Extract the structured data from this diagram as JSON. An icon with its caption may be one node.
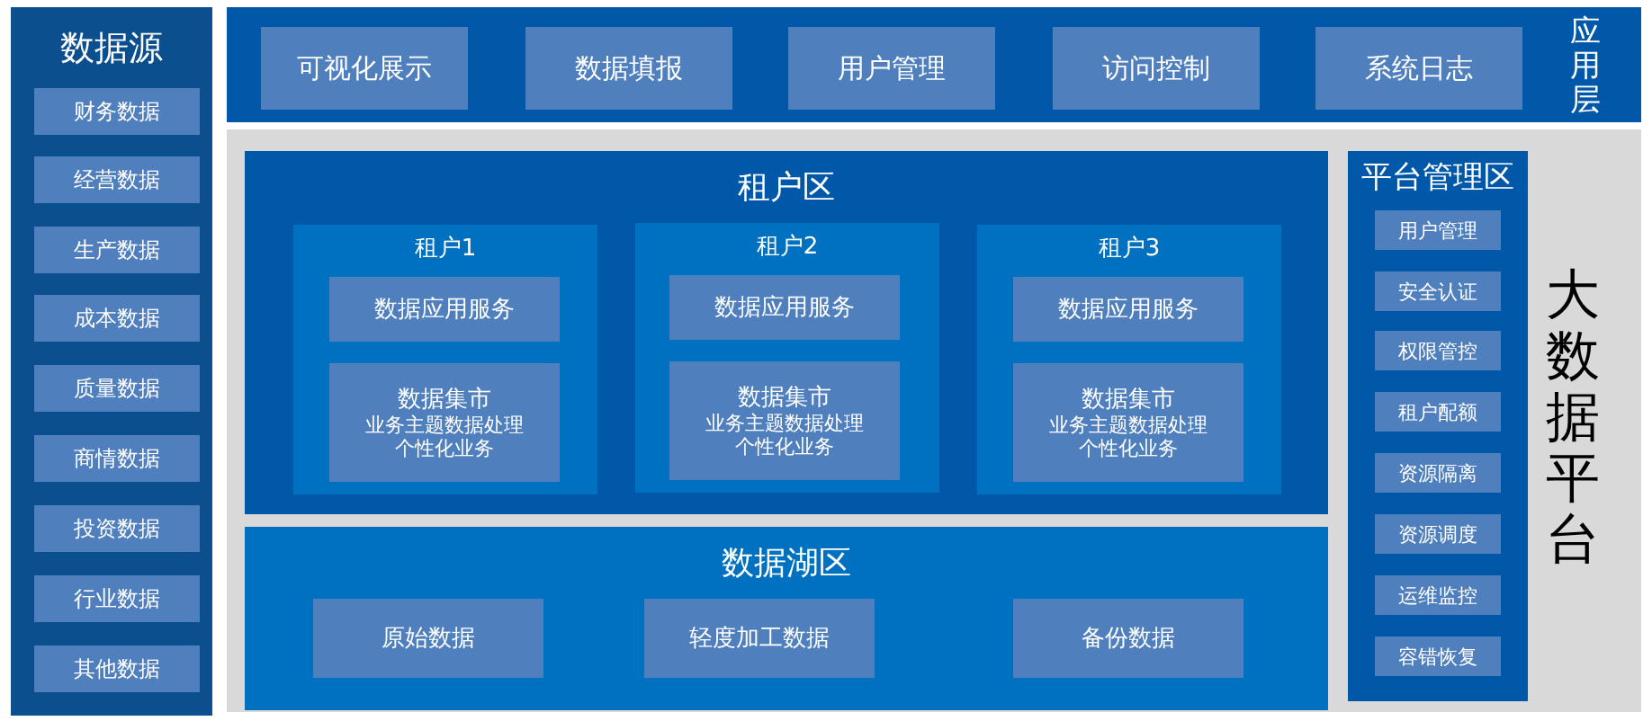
{
  "diagram": {
    "nodes": [
      {
        "text": [
          "数据源"
        ]
      },
      {
        "text": [
          "财务数据"
        ],
        "in": 0
      },
      {
        "text": [
          "经营数据"
        ],
        "in": 0
      },
      {
        "text": [
          "生产数据"
        ],
        "in": 0
      },
      {
        "text": [
          "成本数据"
        ],
        "in": 0
      },
      {
        "text": [
          "质量数据"
        ],
        "in": 0
      },
      {
        "text": [
          "商情数据"
        ],
        "in": 0
      },
      {
        "text": [
          "投资数据"
        ],
        "in": 0
      },
      {
        "text": [
          "行业数据"
        ],
        "in": 0
      },
      {
        "text": [
          "其他数据"
        ],
        "in": 0
      },
      {
        "text": [
          "应用层"
        ]
      },
      {
        "text": [
          "可视化展示"
        ],
        "in": 10
      },
      {
        "text": [
          "数据填报"
        ],
        "in": 10
      },
      {
        "text": [
          "用户管理"
        ],
        "in": 10
      },
      {
        "text": [
          "访问控制"
        ],
        "in": 10
      },
      {
        "text": [
          "系统日志"
        ],
        "in": 10
      },
      {
        "text": [
          "大数据平台"
        ]
      },
      {
        "text": [
          "租户区"
        ],
        "in": 16
      },
      {
        "text": [
          "租户1"
        ],
        "in": 17
      },
      {
        "text": [
          "数据应用服务"
        ],
        "in": 18
      },
      {
        "text": [
          "数据集市",
          "业务主题数据处理",
          "个性化业务"
        ],
        "in": 18
      },
      {
        "text": [
          "租户2"
        ],
        "in": 17
      },
      {
        "text": [
          "数据应用服务"
        ],
        "in": 21
      },
      {
        "text": [
          "数据集市",
          "业务主题数据处理",
          "个性化业务"
        ],
        "in": 21
      },
      {
        "text": [
          "租户3"
        ],
        "in": 17
      },
      {
        "text": [
          "数据应用服务"
        ],
        "in": 24
      },
      {
        "text": [
          "数据集市",
          "业务主题数据处理",
          "个性化业务"
        ],
        "in": 24
      },
      {
        "text": [
          "数据湖区"
        ],
        "in": 16
      },
      {
        "text": [
          "原始数据"
        ],
        "in": 27
      },
      {
        "text": [
          "轻度加工数据"
        ],
        "in": 27
      },
      {
        "text": [
          "备份数据"
        ],
        "in": 27
      },
      {
        "text": [
          "平台管理区"
        ],
        "in": 16
      },
      {
        "text": [
          "用户管理"
        ],
        "in": 31
      },
      {
        "text": [
          "安全认证"
        ],
        "in": 31
      },
      {
        "text": [
          "权限管控"
        ],
        "in": 31
      },
      {
        "text": [
          "租户配额"
        ],
        "in": 31
      },
      {
        "text": [
          "资源隔离"
        ],
        "in": 31
      },
      {
        "text": [
          "资源调度"
        ],
        "in": 31
      },
      {
        "text": [
          "运维监控"
        ],
        "in": 31
      },
      {
        "text": [
          "容错恢复"
        ],
        "in": 31
      }
    ]
  }
}
